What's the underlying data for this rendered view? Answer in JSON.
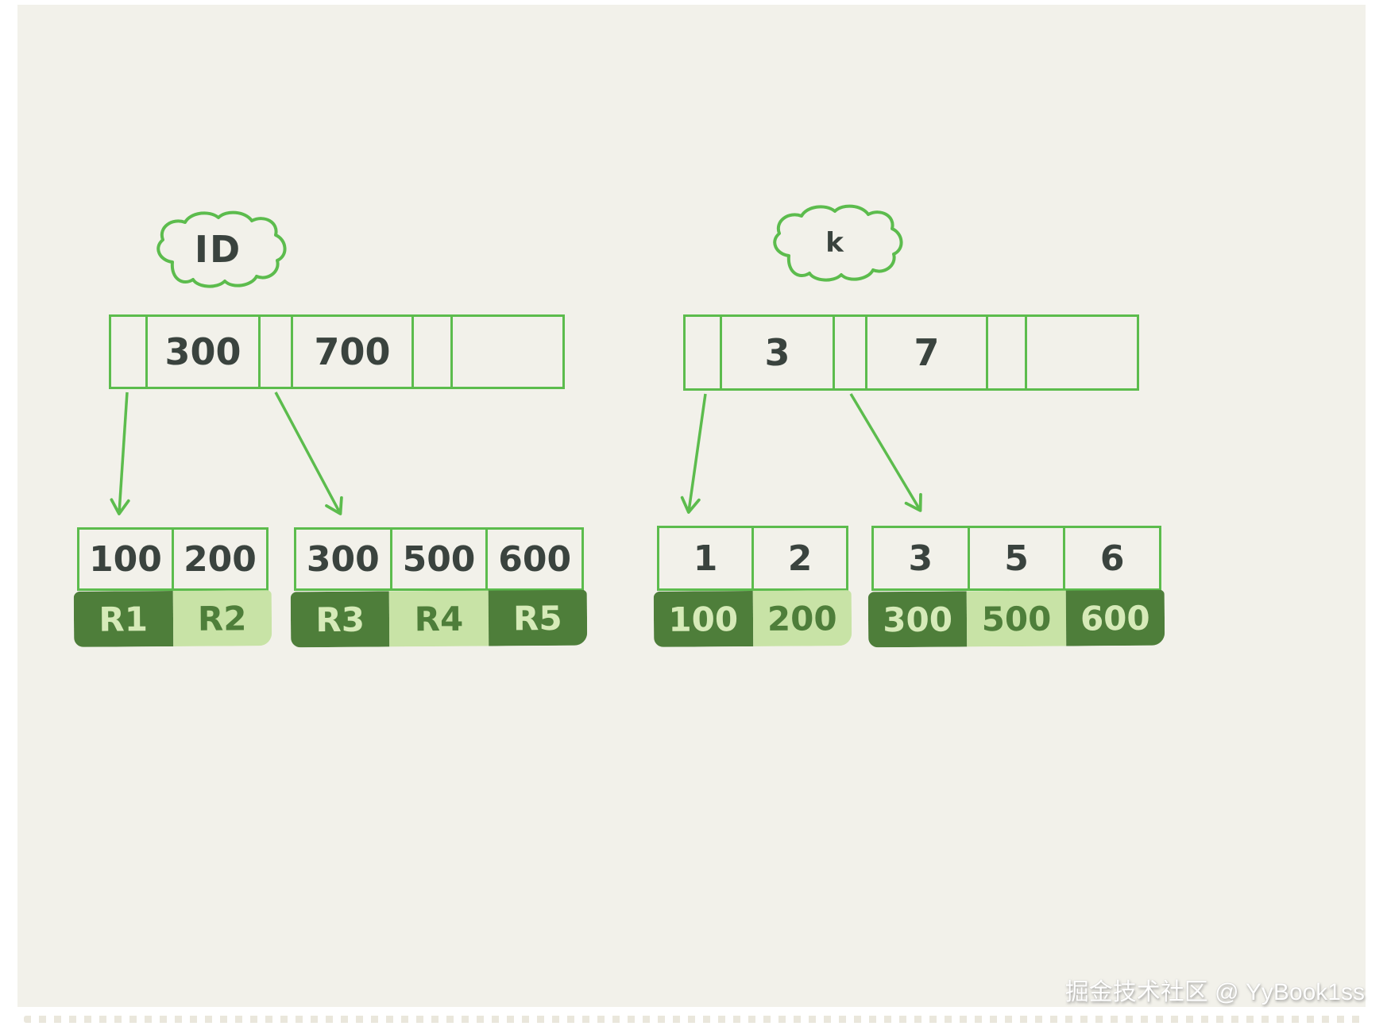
{
  "watermark": "掘金技术社区 @ YyBook1ss",
  "left_tree": {
    "cloud_label": "ID",
    "root_cells": [
      "",
      "300",
      "",
      "700",
      "",
      ""
    ],
    "leaf1_keys": [
      "100",
      "200"
    ],
    "leaf1_records": [
      "R1",
      "R2"
    ],
    "leaf2_keys": [
      "300",
      "500",
      "600"
    ],
    "leaf2_records": [
      "R3",
      "R4",
      "R5"
    ]
  },
  "right_tree": {
    "cloud_label": "k",
    "root_cells": [
      "",
      "3",
      "",
      "7",
      "",
      ""
    ],
    "leaf1_keys": [
      "1",
      "2"
    ],
    "leaf1_records": [
      "100",
      "200"
    ],
    "leaf2_keys": [
      "3",
      "5",
      "6"
    ],
    "leaf2_records": [
      "300",
      "500",
      "600"
    ]
  },
  "colors": {
    "background": "#f2f1ea",
    "stroke_green": "#5cbc4d",
    "dark_green_fill": "#4e7e3a",
    "light_green_fill": "#c8e3a6",
    "ink": "#3a433e",
    "light_text": "#d6eab8"
  }
}
